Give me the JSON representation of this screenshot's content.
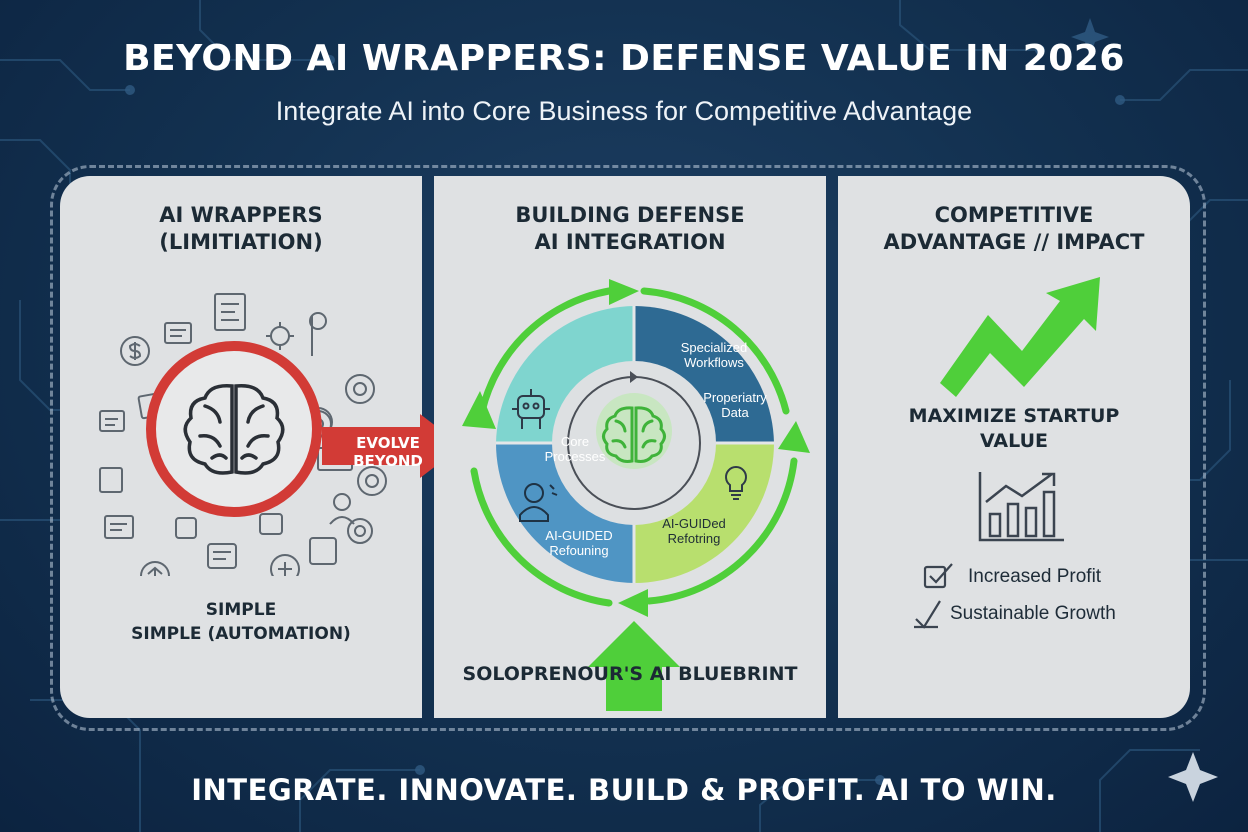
{
  "header": {
    "title": "BEYOND AI WRAPPERS: DEFENSE VALUE IN 2026",
    "subtitle": "Integrate AI into Core Business for Competitive Advantage"
  },
  "panels": {
    "left": {
      "title_line1": "AI WRAPPERS",
      "title_line2": "(LIMITIATION)",
      "caption_line1": "SIMPLE",
      "caption_line2": "SIMPLE (AUTOMATION)",
      "arrow_label": "EVOLVE BEYOND"
    },
    "middle": {
      "title_line1": "BUILDING DEFENSE",
      "title_line2": "AI INTEGRATION",
      "segments": {
        "core_line1": "Core",
        "core_line2": "Processes",
        "specialized_line1": "Specialized",
        "specialized_line2": "Workflows",
        "proprietary_line1": "Properiatry",
        "proprietary_line2": "Data",
        "guided_left_line1": "AI-GUIDED",
        "guided_left_line2": "Refouning",
        "guided_right_line1": "AI-GUIDed",
        "guided_right_line2": "Refotring"
      },
      "caption": "SOLOPRENOUR'S AI BLUEBRINT"
    },
    "right": {
      "title_line1": "COMPETITIVE",
      "title_line2": "ADVANTAGE // IMPACT",
      "value_line1": "MAXIMIZE STARTUP",
      "value_line2": "VALUE",
      "benefits": [
        "Increased Profit",
        "Sustainable Growth"
      ]
    }
  },
  "footer": {
    "tagline": "INTEGRATE. INNOVATE. BUILD & PROFIT. AI TO WIN."
  },
  "colors": {
    "background": "#12304f",
    "panel": "#dfe1e3",
    "accent_green": "#4fcf3a",
    "accent_red": "#d23b36",
    "segment_teal": "#7fd5cf",
    "segment_navy": "#2e6a93",
    "segment_blue": "#4f95c4",
    "segment_lime": "#b8df6e"
  },
  "icons": [
    "brain-icon",
    "dollar-icon",
    "gear-icon",
    "robot-icon",
    "lightbulb-icon",
    "trend-arrow-icon",
    "bar-chart-icon",
    "check-icon",
    "sparkle-icon"
  ]
}
